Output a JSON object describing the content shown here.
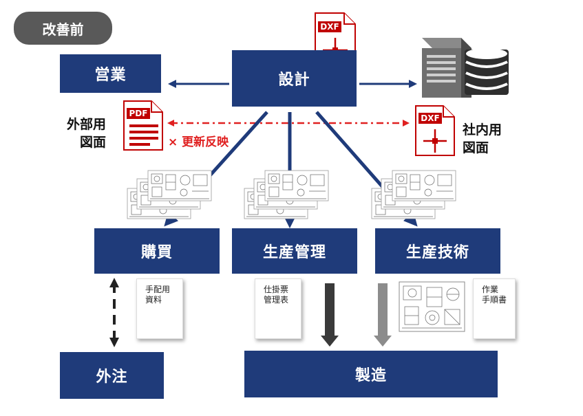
{
  "header_tag": "改善前",
  "nodes": {
    "sales": "営業",
    "design": "設計",
    "purchasing": "購買",
    "production_control": "生産管理",
    "production_engineering": "生産技術",
    "outsourcing": "外注",
    "manufacturing": "製造"
  },
  "file_icons": {
    "dxf_top": "DXF",
    "pdf": "PDF",
    "dxf_internal": "DXF"
  },
  "labels": {
    "external_drawing": "外部用\n図面",
    "internal_drawing": "社内用\n図面",
    "update_note": "× 更新反映"
  },
  "documents": {
    "arrangement": "手配用\n資料",
    "work_slip": "仕掛票\n管理表",
    "work_procedure": "作業\n手順書"
  },
  "colors": {
    "node": "#1f3b7a",
    "red_accent": "#e02020",
    "tag": "#595959"
  }
}
